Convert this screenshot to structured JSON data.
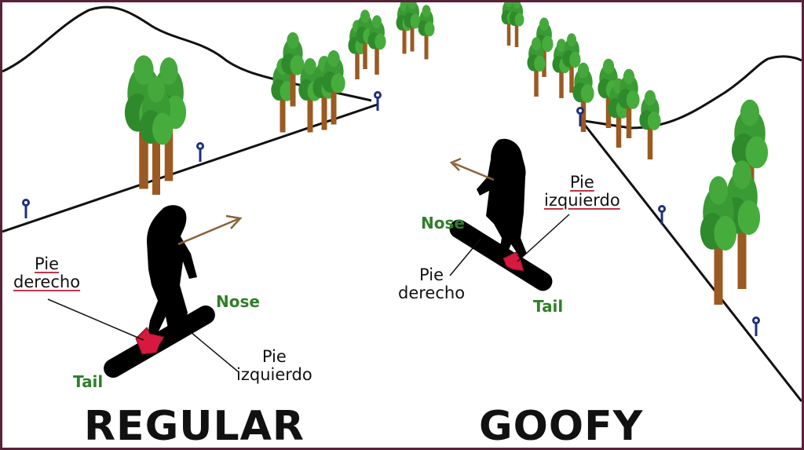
{
  "regular": {
    "title": "REGULAR",
    "front_foot_line1": "Pie",
    "front_foot_line2": "derecho",
    "nose": "Nose",
    "tail": "Tail",
    "back_foot_line1": "Pie",
    "back_foot_line2": "izquierdo"
  },
  "goofy": {
    "title": "GOOFY",
    "front_foot_line1": "Pie",
    "front_foot_line2": "izquierdo",
    "nose": "Nose",
    "tail": "Tail",
    "back_foot_line1": "Pie",
    "back_foot_line2": "derecho"
  },
  "colors": {
    "border": "#5a2238",
    "label_green": "#2f7f2a",
    "foot_arrow": "#d7193f",
    "direction_arrow": "#8a6238",
    "tree_green": "#3a9a34",
    "tree_trunk": "#9a5a22",
    "marker_blue": "#1f2f7a"
  },
  "icons": [
    "snowboarder-silhouette",
    "tree",
    "slope-marker",
    "direction-arrow",
    "foot-arrow"
  ]
}
